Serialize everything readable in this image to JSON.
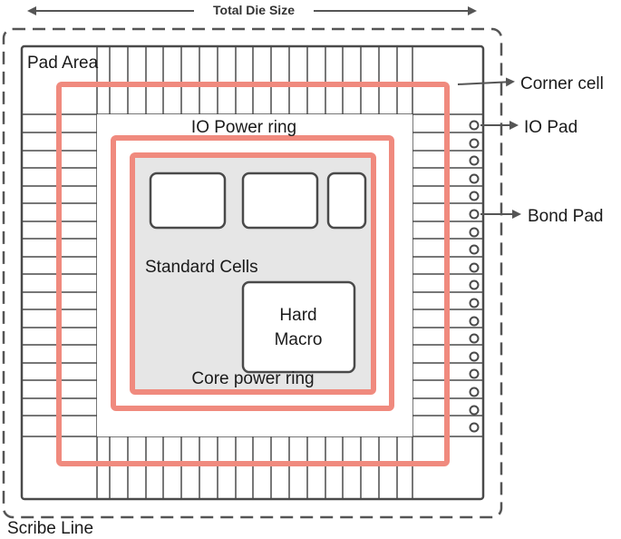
{
  "labels": {
    "total_die_size": "Total Die Size",
    "pad_area": "Pad Area",
    "corner_cell": "Corner cell",
    "io_pad": "IO Pad",
    "bond_pad": "Bond Pad",
    "io_power_ring": "IO Power ring",
    "standard_cells": "Standard Cells",
    "hard_macro_line1": "Hard",
    "hard_macro_line2": "Macro",
    "core_power_ring": "Core power ring",
    "scribe_line": "Scribe Line"
  },
  "colors": {
    "ring": "#f08a7e",
    "outline": "#4a4a4a",
    "core_fill": "#e6e6e6",
    "text": "#1a1a1a"
  }
}
